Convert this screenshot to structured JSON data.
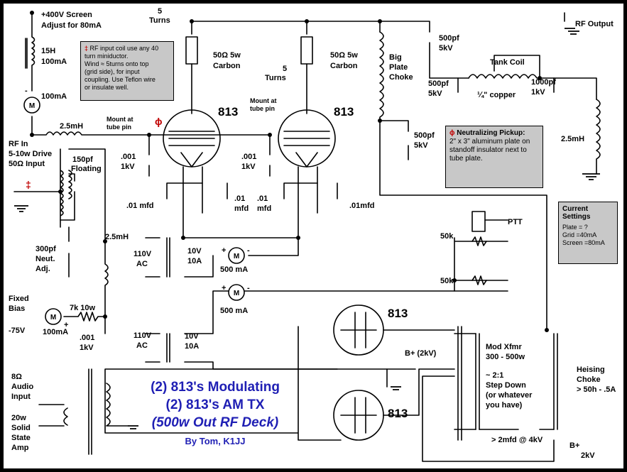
{
  "labels": {
    "screen_supply": "+400V Screen",
    "screen_adjust": "Adjust for 80mA",
    "choke_15h": "15H",
    "choke_15h_current": "100mA",
    "screen_minus": "-",
    "screen_meter": "100mA",
    "grid_choke": "2.5mH",
    "rf_in": "RF In",
    "rf_drive": "5-10w Drive",
    "rf_input_imp": "50Ω Input",
    "cap_150pf": "150pf",
    "cap_floating": "Floating",
    "cap_300pf": "300pf",
    "neut": "Neut.",
    "adj": "Adj.",
    "bias_choke": "2.5mH",
    "fixed": "Fixed",
    "bias": "Bias",
    "bias_v": "-75V",
    "bias_meter": "100mA",
    "bias_res": "7k 10w",
    "bias_plus": "+",
    "bias_cap": ".001",
    "bias_cap_v": "1kV",
    "turns5_top": "5",
    "turns_top": "Turns",
    "res1": "50Ω 5w",
    "res1b": "Carbon",
    "res2": "50Ω 5w",
    "res2b": "Carbon",
    "turns5_b": "5",
    "turns_b": "Turns",
    "mount1": "Mount at",
    "mount1b": "tube pin",
    "mount2": "Mount at",
    "mount2b": "tube pin",
    "phi": "ϕ",
    "tube_813_1": "813",
    "tube_813_2": "813",
    "cap1": ".001",
    "cap1v": "1kV",
    "cap2": ".001",
    "cap2v": "1kV",
    "c01_1": ".01 mfd",
    "c01_2a": ".01",
    "c01_2b": "mfd",
    "c01_3a": ".01",
    "c01_3b": "mfd",
    "c01_4": ".01mfd",
    "big": "Big",
    "plate": "Plate",
    "choke": "Choke",
    "c500a": "500pf",
    "c500av": "5kV",
    "c500b": "500pf",
    "c500bv": "5kV",
    "c500c": "500pf",
    "c500cv": "5kV",
    "tank": "Tank Coil",
    "tank_copper": "¼\" copper",
    "c1000": "1000pf",
    "c1000v": "1kV",
    "rf_output": "RF Output",
    "out_choke": "2.5mH",
    "ptt": "PTT",
    "r50k_1": "50k",
    "r50k_2": "50k",
    "ac110_1": "110V",
    "ac_1": "AC",
    "v10_1": "10V",
    "a10_1": "10A",
    "meter500_1": "500 mA",
    "ac110_2": "110V",
    "ac_2": "AC",
    "v10_2": "10V",
    "a10_2": "10A",
    "meter500_2": "500 mA",
    "m_plus_1": "+",
    "m_minus_1": "-",
    "m_plus_2": "+",
    "m_minus_2": "-",
    "mod_813_1": "813",
    "mod_813_2": "813",
    "bplus": "B+ (2kV)",
    "mod_xfmr": "Mod Xfmr",
    "mod_power": "300 - 500w",
    "ratio": "~ 2:1",
    "step": "Step Down",
    "whatever": "(or whatever",
    "you_have": "you have)",
    "mod_cap": "> 2mfd @ 4kV",
    "heising": "Heising",
    "heising_choke": "Choke",
    "heising_spec": "> 50h - .5A",
    "bplus_bottom": "B+",
    "kv2": "2kV",
    "ohm8": "8Ω",
    "audio": "Audio",
    "input": "Input",
    "w20": "20w",
    "solid": "Solid",
    "state": "State",
    "amp": "Amp"
  },
  "notes": {
    "coil": {
      "glyph": "‡",
      "line1": " RF input coil use any 40",
      "line2": "turn miniductor.",
      "line3": "Wind ≈ 5turns onto top",
      "line4": "(grid side), for input",
      "line5": "coupling. Use Teflon wire",
      "line6": "or insulate well."
    },
    "neutralizing": {
      "glyph": "ϕ",
      "title": " Neutralizing Pickup:",
      "line1": "2\" x 3\" aluminum plate on",
      "line2": "standoff insulator next to",
      "line3": "tube plate."
    },
    "settings": {
      "title1": "Current",
      "title2": "Settings",
      "plate": "Plate = ?",
      "grid": "Grid =40mA",
      "screen": "Screen =80mA"
    }
  },
  "title": {
    "line1": "(2) 813's Modulating",
    "line2": "(2) 813's AM TX",
    "line3": "(500w Out RF Deck)",
    "author": "By Tom, K1JJ"
  },
  "glyph_coil_mark": "‡",
  "colors": {
    "background": "#ffffff",
    "frame": "#000000",
    "note_bg": "#c8c8c8",
    "accent_red": "#c00000",
    "title_blue": "#1f1fb4"
  }
}
